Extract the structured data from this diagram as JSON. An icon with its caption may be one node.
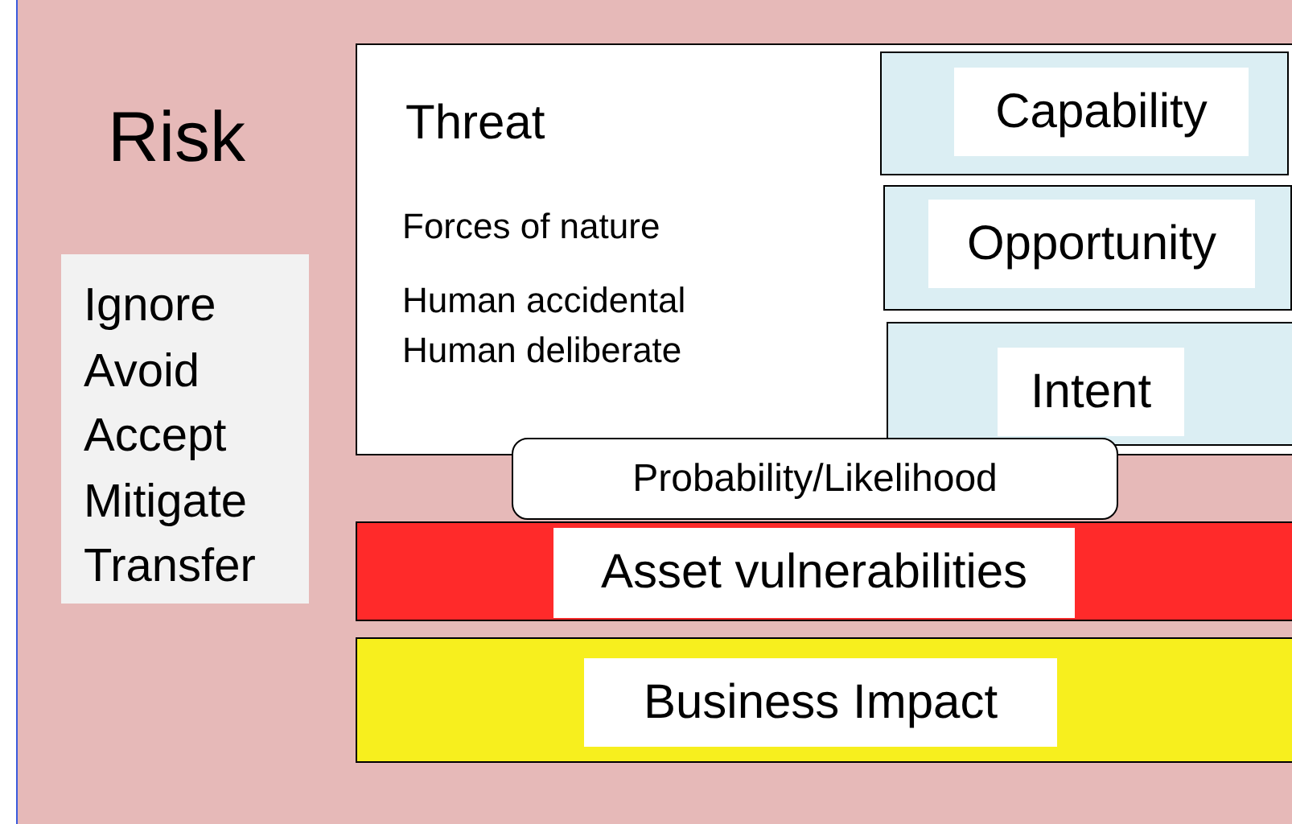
{
  "diagram": {
    "nodes": [
      {
        "text": [
          "Risk"
        ]
      },
      {
        "text": [
          "Ignore Avoid Accept Mitigate Transfer"
        ],
        "in": 0
      },
      {
        "text": [
          "Threat",
          "Forces of nature",
          "Human accidental",
          "Human deliberate"
        ],
        "in": 0
      },
      {
        "text": [
          "Capability"
        ],
        "in": 2
      },
      {
        "text": [
          "Opportunity"
        ],
        "in": 2
      },
      {
        "text": [
          "Intent"
        ],
        "in": 2
      },
      {
        "text": [
          "Probability/Likelihood"
        ],
        "in": 0
      },
      {
        "text": [
          "Asset vulnerabilities"
        ],
        "in": 0
      },
      {
        "text": [
          "Business Impact"
        ],
        "in": 0
      }
    ]
  }
}
